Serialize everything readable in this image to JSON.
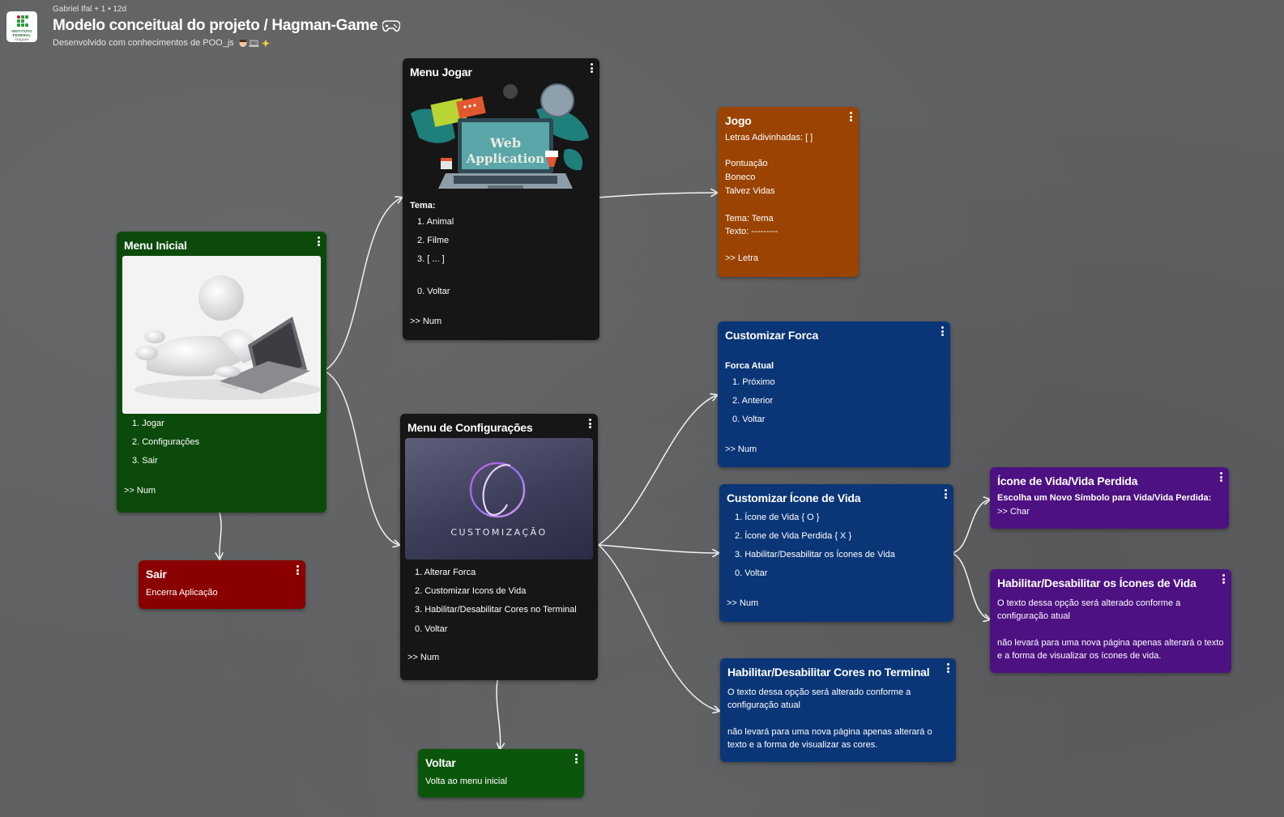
{
  "header": {
    "meta": "Gabriel Ifal + 1 • 12d",
    "title": "Modelo conceitual do projeto / Hagman-Game",
    "subtitle": "Desenvolvido com conhecimentos de POO_js",
    "logo_text_1": "INSTITUTO",
    "logo_text_2": "FEDERAL",
    "logo_text_3": "Alagoas",
    "title_icon": "gamepad-icon",
    "subtitle_icons": [
      "student-emoji-icon",
      "laptop-emoji-icon",
      "sparkles-emoji-icon"
    ]
  },
  "cards": {
    "menu_inicial": {
      "title": "Menu Inicial",
      "items": [
        "1. Jogar",
        "2. Configurações",
        "3. Sair"
      ],
      "prompt": ">> Num",
      "color": "#0b4a0b"
    },
    "sair": {
      "title": "Sair",
      "text": "Encerra Aplicação",
      "color": "#8a0000"
    },
    "menu_jogar": {
      "title": "Menu Jogar",
      "image_text_1": "Web",
      "image_text_2": "Application",
      "tema_label": "Tema:",
      "items": [
        "1. Animal",
        "2. Filme",
        "3.  [ ... ]"
      ],
      "voltar": "0. Voltar",
      "prompt": ">> Num",
      "color": "#161616"
    },
    "jogo": {
      "title": "Jogo",
      "lines": [
        "Letras Adivinhadas: [ ]",
        "Pontuação",
        "Boneco",
        "Talvez Vidas",
        "Tema: Tema",
        "Texto: ---------",
        ">> Letra"
      ],
      "color": "#9b4302"
    },
    "menu_config": {
      "title": "Menu de Configurações",
      "image_text": "CUSTOMIZAÇÃO",
      "items": [
        "1. Alterar Forca",
        "2. Customizar Icons de Vida",
        "3. Habilitar/Desabilitar Cores no Terminal",
        "0. Voltar"
      ],
      "prompt": ">> Num",
      "color": "#161616"
    },
    "voltar": {
      "title": "Voltar",
      "text": "Volta ao menu inicial",
      "color": "#0c560c"
    },
    "customizar_forca": {
      "title": "Customizar Forca",
      "subtitle": "Forca Atual",
      "items": [
        "1. Próximo",
        "2. Anterior",
        "0. Voltar"
      ],
      "prompt": ">> Num",
      "color": "#0a3677"
    },
    "customizar_icone": {
      "title": "Customizar Ícone de Vida",
      "items": [
        "1. Ícone de Vida { O }",
        "2. Ícone de Vida Perdida { X }",
        "3. Habilitar/Desabilitar os Ícones de Vida",
        "0. Voltar"
      ],
      "prompt": ">> Num",
      "color": "#0a3677"
    },
    "cores_terminal": {
      "title": "Habilitar/Desabilitar Cores no Terminal",
      "text1": "O texto dessa opção será alterado conforme a configuração atual",
      "text2": "não levará para uma nova página apenas alterará o texto e a forma de visualizar as cores.",
      "color": "#0a3677"
    },
    "icone_vida_perdida": {
      "title": "Ícone de Vida/Vida Perdida",
      "text": "Escolha um Novo Símbolo para Vida/Vida Perdida:",
      "prompt": ">> Char",
      "color": "#4d1182"
    },
    "habilitar_icones": {
      "title": "Habilitar/Desabilitar os Ícones de Vida",
      "text1": "O texto dessa opção será alterado conforme a configuração atual",
      "text2": "não levará para uma nova página apenas alterará o texto e a forma de visualizar os ícones de vida.",
      "color": "#4d1182"
    }
  }
}
